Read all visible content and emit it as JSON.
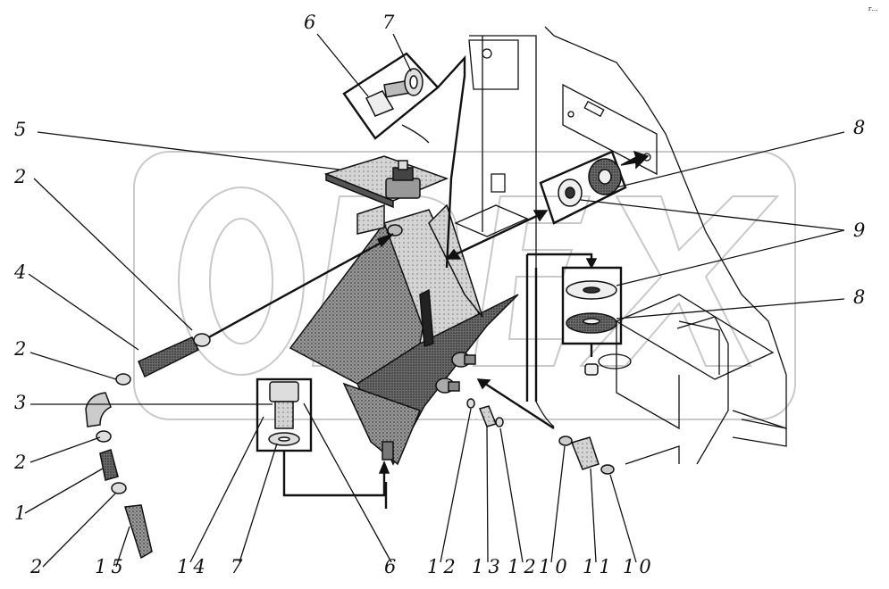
{
  "diagram": {
    "watermark_text": "ОРЕХ",
    "corner_mark": "г...",
    "callouts": [
      {
        "id": "c6-top",
        "text": "6"
      },
      {
        "id": "c7-top",
        "text": "7"
      },
      {
        "id": "c5",
        "text": "5"
      },
      {
        "id": "c8-top",
        "text": "8"
      },
      {
        "id": "c2-a",
        "text": "2"
      },
      {
        "id": "c9",
        "text": "9"
      },
      {
        "id": "c4",
        "text": "4"
      },
      {
        "id": "c8-mid",
        "text": "8"
      },
      {
        "id": "c2-b",
        "text": "2"
      },
      {
        "id": "c3",
        "text": "3"
      },
      {
        "id": "c2-c",
        "text": "2"
      },
      {
        "id": "c1",
        "text": "1"
      },
      {
        "id": "c2-d",
        "text": "2"
      },
      {
        "id": "c15",
        "text": "15"
      },
      {
        "id": "c14",
        "text": "14"
      },
      {
        "id": "c7-bot",
        "text": "7"
      },
      {
        "id": "c6-bot",
        "text": "6"
      },
      {
        "id": "c12-a",
        "text": "12"
      },
      {
        "id": "c13",
        "text": "13"
      },
      {
        "id": "c12-b",
        "text": "12"
      },
      {
        "id": "c10-a",
        "text": "10"
      },
      {
        "id": "c11",
        "text": "11"
      },
      {
        "id": "c10-b",
        "text": "10"
      }
    ]
  }
}
